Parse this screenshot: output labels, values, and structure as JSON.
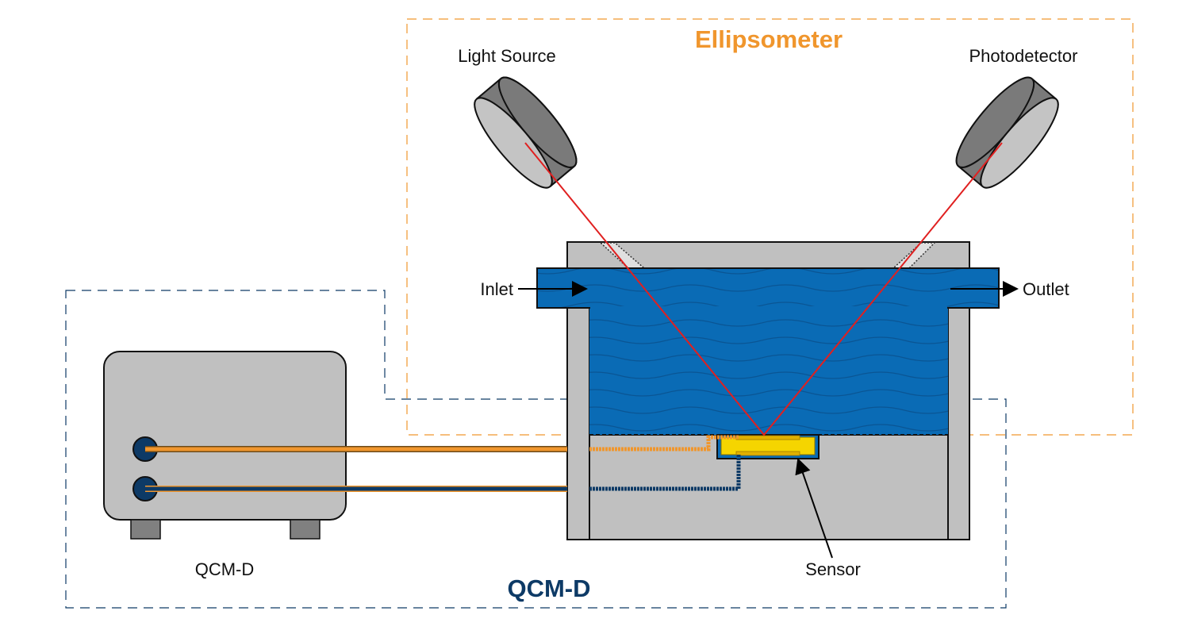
{
  "titles": {
    "ellipsometer": "Ellipsometer",
    "qcmd": "QCM-D"
  },
  "labels": {
    "light_source": "Light Source",
    "photodetector": "Photodetector",
    "inlet": "Inlet",
    "outlet": "Outlet",
    "sensor": "Sensor",
    "qcmd_device": "QCM-D"
  },
  "colors": {
    "ellipsometer_accent": "#f0962d",
    "qcmd_accent": "#0d3a66",
    "liquid": "#0a6bb5",
    "cell_body": "#c0c0c0",
    "sensor_crystal": "#f5d500",
    "laser_beam": "#e02020",
    "orange_wire": "#f0962d",
    "navy_wire": "#0d3a66"
  }
}
